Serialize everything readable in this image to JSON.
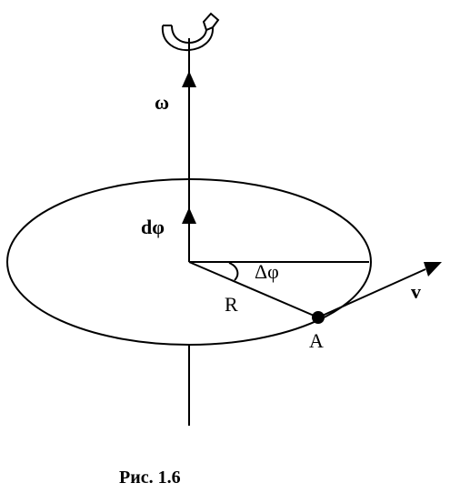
{
  "labels": {
    "omega": "ω",
    "d_phi": "dφ",
    "delta_phi": "Δφ",
    "radius": "R",
    "point": "A",
    "velocity": "v"
  },
  "caption": "Рис. 1.6",
  "colors": {
    "stroke": "#000000",
    "background": "#ffffff"
  },
  "icons": {
    "rotation": "rotation-arrow-icon"
  }
}
